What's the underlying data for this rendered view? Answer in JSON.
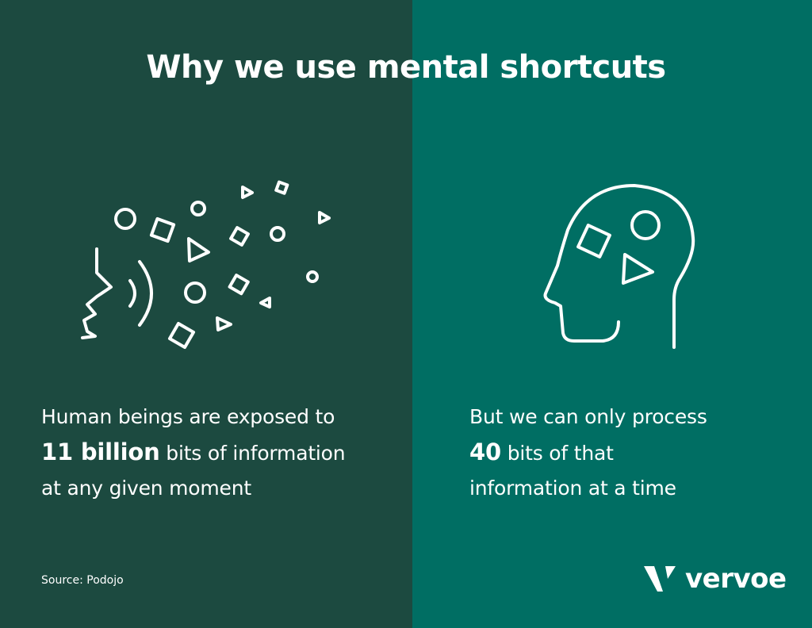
{
  "title": "Why we use mental shortcuts",
  "left": {
    "line1": "Human beings are exposed to",
    "highlight": "11 billion",
    "line2_rest": " bits of information",
    "line3": "at any given moment",
    "illustration": "speaking-face-with-shapes-icon"
  },
  "right": {
    "line1": "But we can only process",
    "highlight": "40",
    "line2_rest": " bits of that",
    "line3": "information at a time",
    "illustration": "head-with-shapes-icon"
  },
  "source": "Source: Podojo",
  "brand": {
    "name": "vervoe"
  },
  "colors": {
    "left_bg": "#1c4a40",
    "right_bg": "#006e63",
    "text": "#ffffff"
  }
}
